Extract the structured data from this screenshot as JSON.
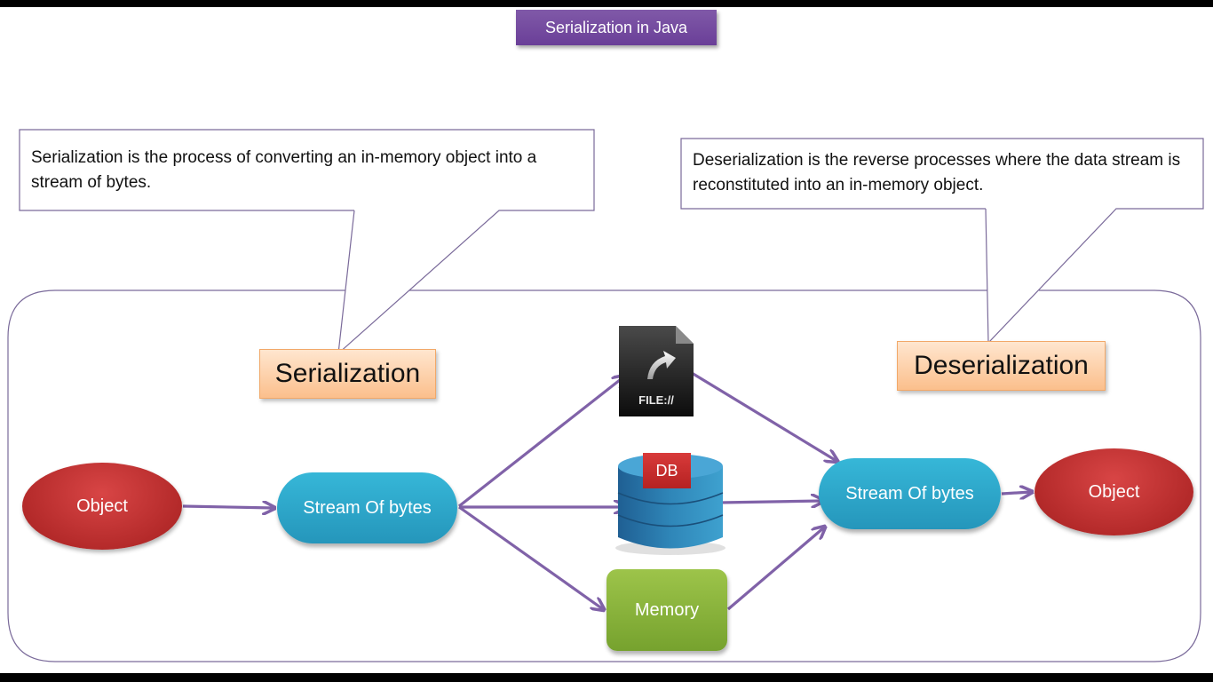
{
  "title": "Serialization in Java",
  "callouts": {
    "serialization": "Serialization is the process of converting an in-memory object into a stream of bytes.",
    "deserialization": "Deserialization is the reverse processes where the data stream is reconstituted into an in-memory object."
  },
  "labels": {
    "serialization": "Serialization",
    "deserialization": "Deserialization"
  },
  "nodes": {
    "object_left": "Object",
    "stream_left": "Stream Of bytes",
    "file": "FILE://",
    "db": "DB",
    "memory": "Memory",
    "stream_right": "Stream Of bytes",
    "object_right": "Object"
  },
  "icons": {
    "file": "file-shortcut-icon",
    "db": "database-icon"
  },
  "colors": {
    "title_bg": "#7248a0",
    "arrow": "#8062a8",
    "outline": "#7a6a9a",
    "object": "#c03333",
    "stream": "#2ea8cc",
    "memory": "#8ab53c",
    "label_bg": "#fcd2ad",
    "db": "#2f86b8"
  }
}
